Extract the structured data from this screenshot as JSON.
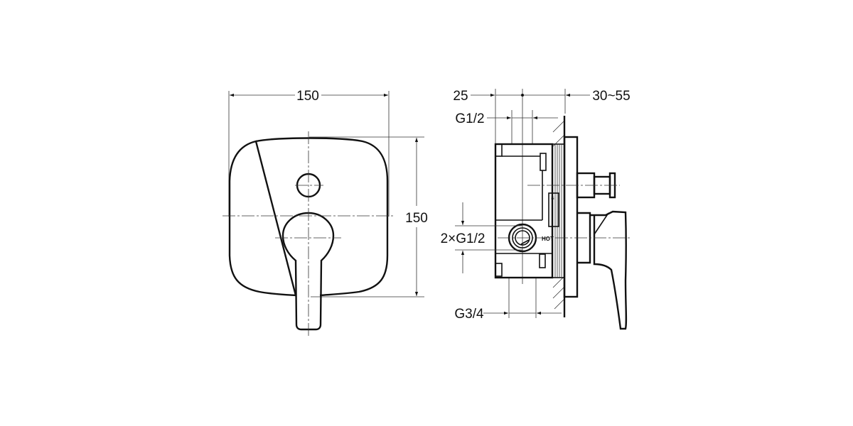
{
  "drawing": {
    "front_view": {
      "width_dimension": "150",
      "height_dimension": "150"
    },
    "side_view": {
      "depth_dimension_left": "25",
      "depth_dimension_right": "30~55",
      "top_outlet_thread": "G1/2",
      "inlet_threads": "2×G1/2",
      "bottom_outlet_thread": "G3/4",
      "inlet_label": "HOT"
    }
  }
}
